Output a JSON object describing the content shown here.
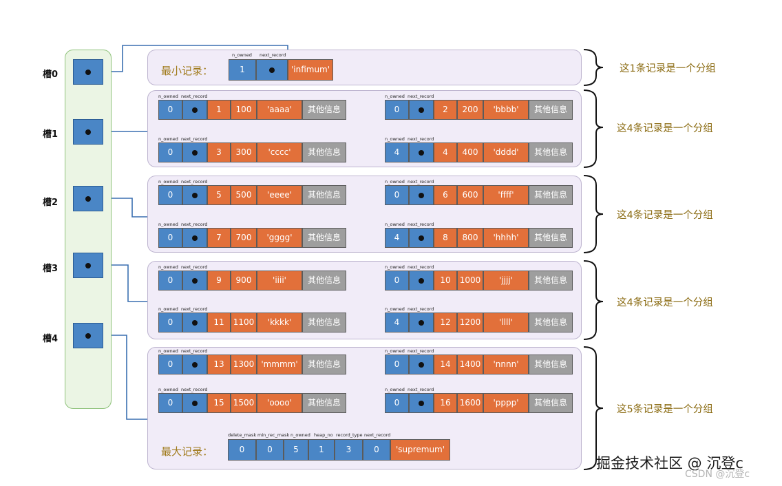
{
  "slots": [
    "槽0",
    "槽1",
    "槽2",
    "槽3",
    "槽4"
  ],
  "headers": {
    "n_owned": "n_owned",
    "next_record": "next_record",
    "delete_mask": "delete_mask",
    "min_rec_mask": "min_rec_mask",
    "heap_no": "heap_no",
    "record_type": "record_type"
  },
  "infimum": {
    "label": "最小记录：",
    "n_owned": "1",
    "value": "'infimum'"
  },
  "supremum": {
    "label": "最大记录：",
    "fields": [
      "0",
      "0",
      "5",
      "1",
      "3",
      "0"
    ],
    "value": "'supremum'"
  },
  "other_info": "其他信息",
  "records": [
    {
      "owned": "0",
      "id": "1",
      "num": "100",
      "str": "'aaaa'"
    },
    {
      "owned": "0",
      "id": "2",
      "num": "200",
      "str": "'bbbb'"
    },
    {
      "owned": "0",
      "id": "3",
      "num": "300",
      "str": "'cccc'"
    },
    {
      "owned": "4",
      "id": "4",
      "num": "400",
      "str": "'dddd'"
    },
    {
      "owned": "0",
      "id": "5",
      "num": "500",
      "str": "'eeee'"
    },
    {
      "owned": "0",
      "id": "6",
      "num": "600",
      "str": "'ffff'"
    },
    {
      "owned": "0",
      "id": "7",
      "num": "700",
      "str": "'gggg'"
    },
    {
      "owned": "4",
      "id": "8",
      "num": "800",
      "str": "'hhhh'"
    },
    {
      "owned": "0",
      "id": "9",
      "num": "900",
      "str": "'iiii'"
    },
    {
      "owned": "0",
      "id": "10",
      "num": "1000",
      "str": "'jjjj'"
    },
    {
      "owned": "0",
      "id": "11",
      "num": "1100",
      "str": "'kkkk'"
    },
    {
      "owned": "4",
      "id": "12",
      "num": "1200",
      "str": "'llll'"
    },
    {
      "owned": "0",
      "id": "13",
      "num": "1300",
      "str": "'mmmm'"
    },
    {
      "owned": "0",
      "id": "14",
      "num": "1400",
      "str": "'nnnn'"
    },
    {
      "owned": "0",
      "id": "15",
      "num": "1500",
      "str": "'oooo'"
    },
    {
      "owned": "0",
      "id": "16",
      "num": "1600",
      "str": "'pppp'"
    }
  ],
  "annotations": [
    "这1条记录是一个分组",
    "这4条记录是一个分组",
    "这4条记录是一个分组",
    "这4条记录是一个分组",
    "这5条记录是一个分组"
  ],
  "watermark": {
    "main": "掘金技术社区 @ 沉登c",
    "sub": "CSDN @沉登c"
  },
  "colors": {
    "blue": "#4a86c6",
    "orange": "#e2703a",
    "gray": "#9e9e9e",
    "wire": "#3a6fb0"
  }
}
